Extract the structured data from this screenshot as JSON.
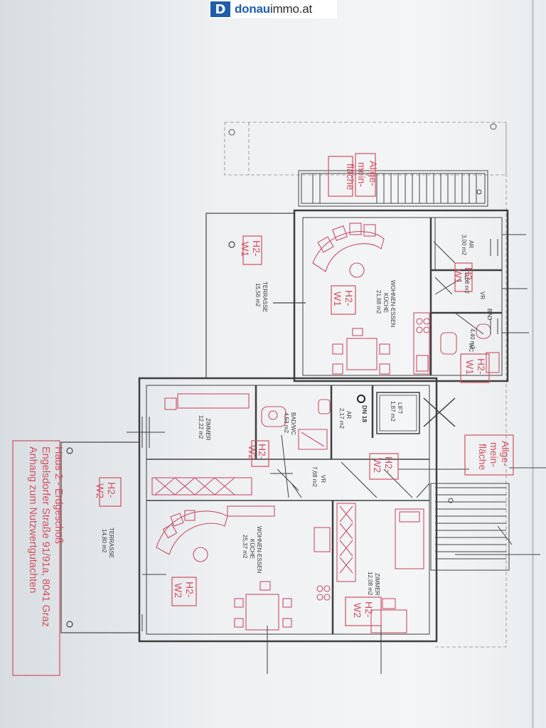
{
  "header": {
    "logo_mark": "D",
    "logo_brand": "donau",
    "logo_suffix": "immo.at"
  },
  "caption": {
    "line1": "Anhang zum Nutzwertgutachten",
    "line2": "Engelsdorfer Straße 91/91a, 8041 Graz",
    "line3": "Haus 2 - Erdgeschoß"
  },
  "unit_w1": {
    "tag": [
      "H2-",
      "W1"
    ],
    "terrace": {
      "name": "TERRASSE",
      "area": "15,56 m2"
    },
    "living": {
      "name1": "WOHNEN-ESSEN",
      "name2": "KÜCHE",
      "area": "21,68 m2"
    },
    "storage": {
      "name": "AR",
      "area": "3,00 m2"
    },
    "hall": {
      "name": "VR",
      "area": "2,60 m2"
    },
    "bath": {
      "name": "BAD",
      "area": "4,40 m2"
    },
    "wc": {
      "name": "WC"
    }
  },
  "unit_w2": {
    "tag": [
      "H2-",
      "W2"
    ],
    "terrace": {
      "name": "TERRASSE",
      "area": "14,80 m2"
    },
    "room1": {
      "name": "ZIMMER",
      "area": "12,22 m2"
    },
    "bath": {
      "name": "BAD/WC",
      "area": "4,53 m2"
    },
    "storage": {
      "name": "AR",
      "area": "2,17 m2"
    },
    "hall": {
      "name": "VR",
      "area": "7,68 m2"
    },
    "living": {
      "name1": "WOHNEN-ESSEN",
      "name2": "KÜCHE",
      "area": "25,37 m2"
    },
    "room2": {
      "name": "ZIMMER",
      "area": "12,08 m2"
    },
    "dn": "DN 18"
  },
  "common": {
    "lift": {
      "name": "LIFT",
      "area": "1,87 m2"
    },
    "general1": [
      "Allge-",
      "mein-",
      "fläche"
    ],
    "general2": [
      "Allge-",
      "mein-",
      "fläche"
    ]
  },
  "colors": {
    "wall": "#3f3f3f",
    "furniture": "#c8506a",
    "tag": "#d05060"
  }
}
